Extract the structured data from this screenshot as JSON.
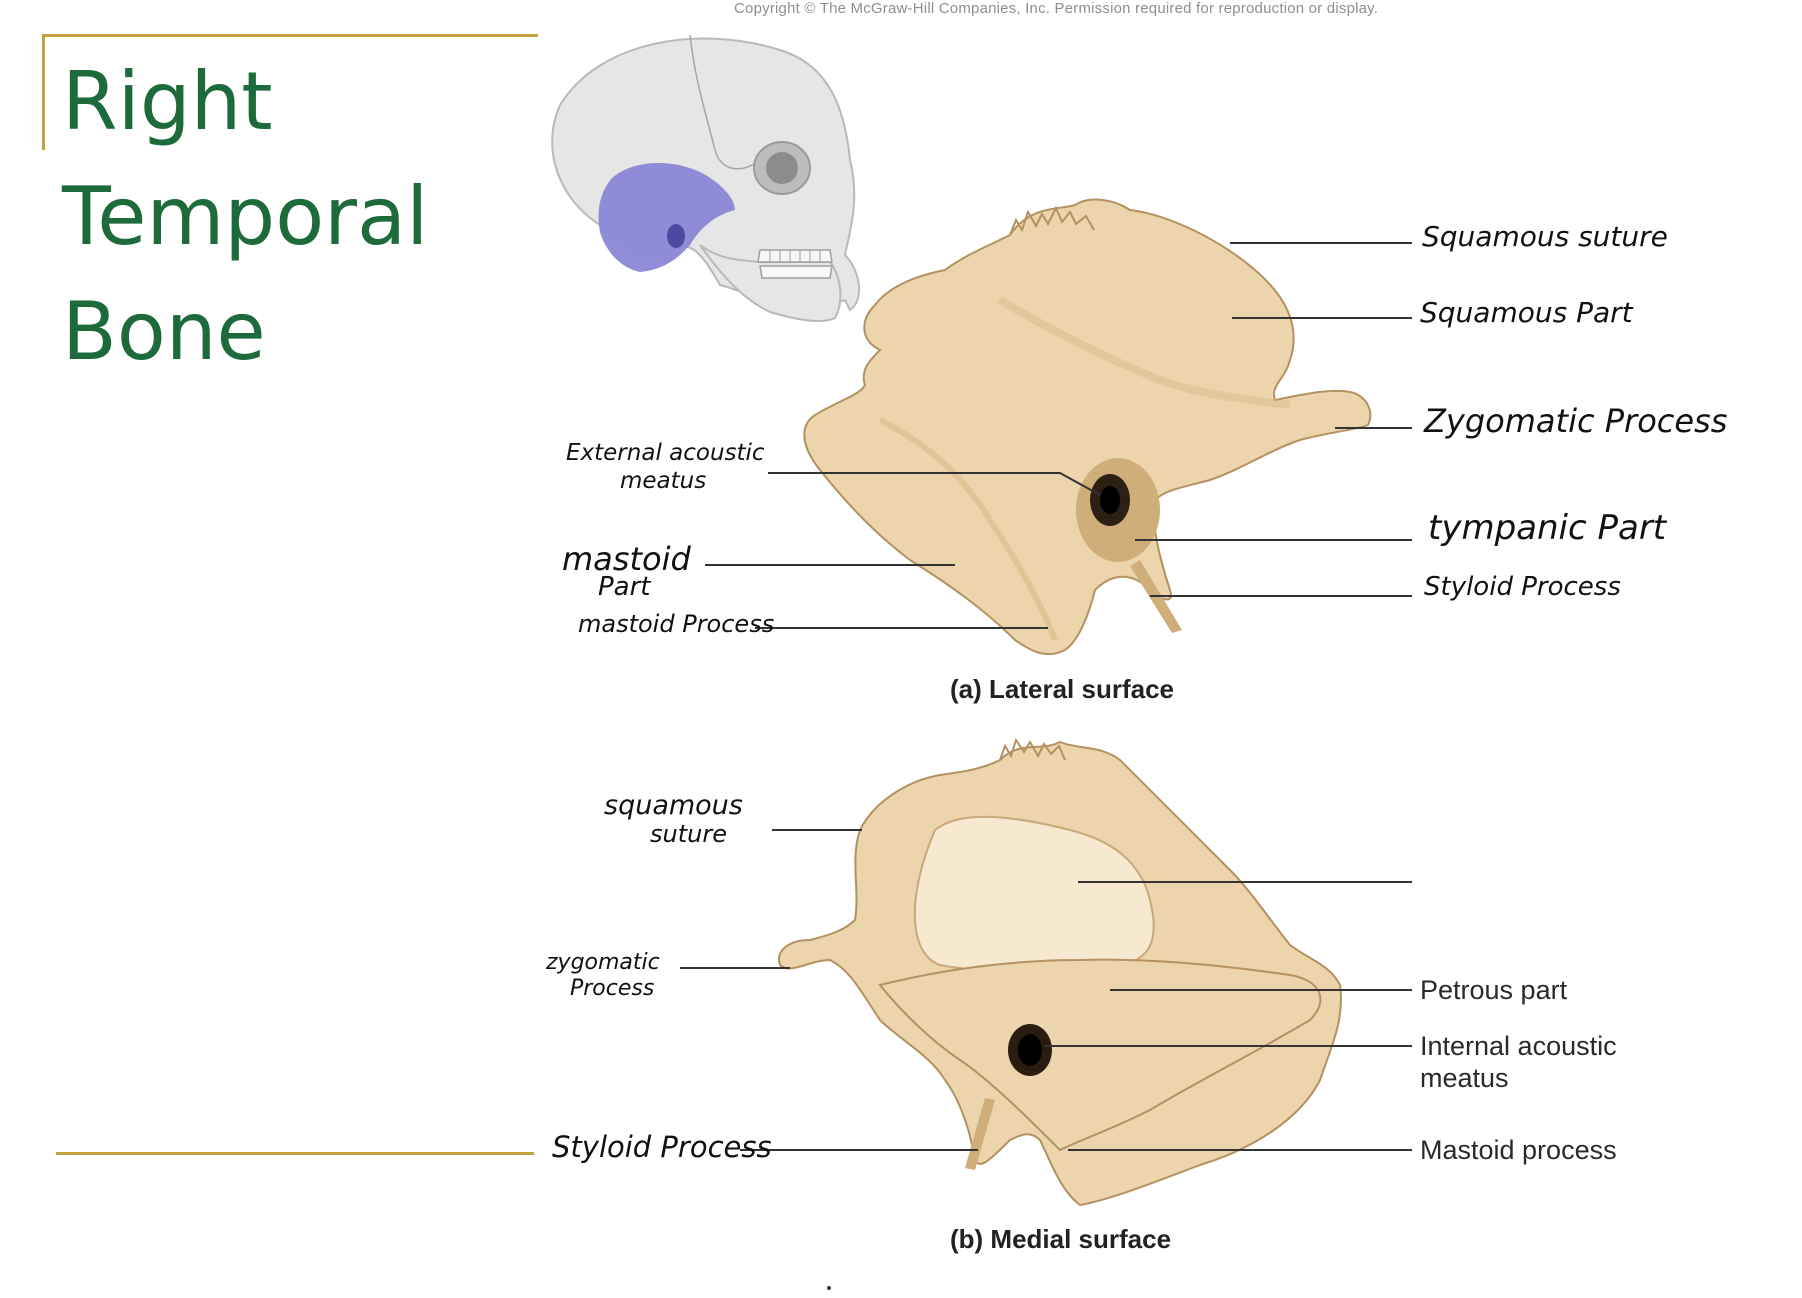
{
  "colors": {
    "title": "#1d6a3a",
    "frame": "#c3a33a",
    "bone": "#ecd5ac",
    "bone_shadow": "#cfae7a",
    "bone_light": "#f6e9cf",
    "skull": "#e6e6e6",
    "temporal_highlight": "#8b86d6",
    "leader_line": "#333333"
  },
  "slide": {
    "title_lines": [
      "Right",
      "Temporal",
      "Bone"
    ],
    "copyright": "Copyright © The McGraw-Hill Companies, Inc. Permission required for reproduction or display."
  },
  "figure_a": {
    "caption": "(a) Lateral surface",
    "labels": {
      "squamous_suture": "Squamous suture",
      "squamous_part": "Squamous Part",
      "zygomatic_process": "Zygomatic Process",
      "tympanic_part": "tympanic Part",
      "styloid_process": "Styloid Process",
      "external_acoustic_1": "External acoustic",
      "external_acoustic_2": "meatus",
      "mastoid_part_1": "mastoid",
      "mastoid_part_2": "Part",
      "mastoid_process": "mastoid Process"
    }
  },
  "figure_b": {
    "caption": "(b) Medial surface",
    "labels": {
      "squamous_suture_1": "squamous",
      "squamous_suture_2": "suture",
      "zygomatic_process_1": "zygomatic",
      "zygomatic_process_2": "Process",
      "styloid_process": "Styloid Process",
      "petrous_part": "Petrous part",
      "internal_acoustic_1": "Internal acoustic",
      "internal_acoustic_2": "meatus",
      "mastoid_process": "Mastoid process"
    }
  }
}
